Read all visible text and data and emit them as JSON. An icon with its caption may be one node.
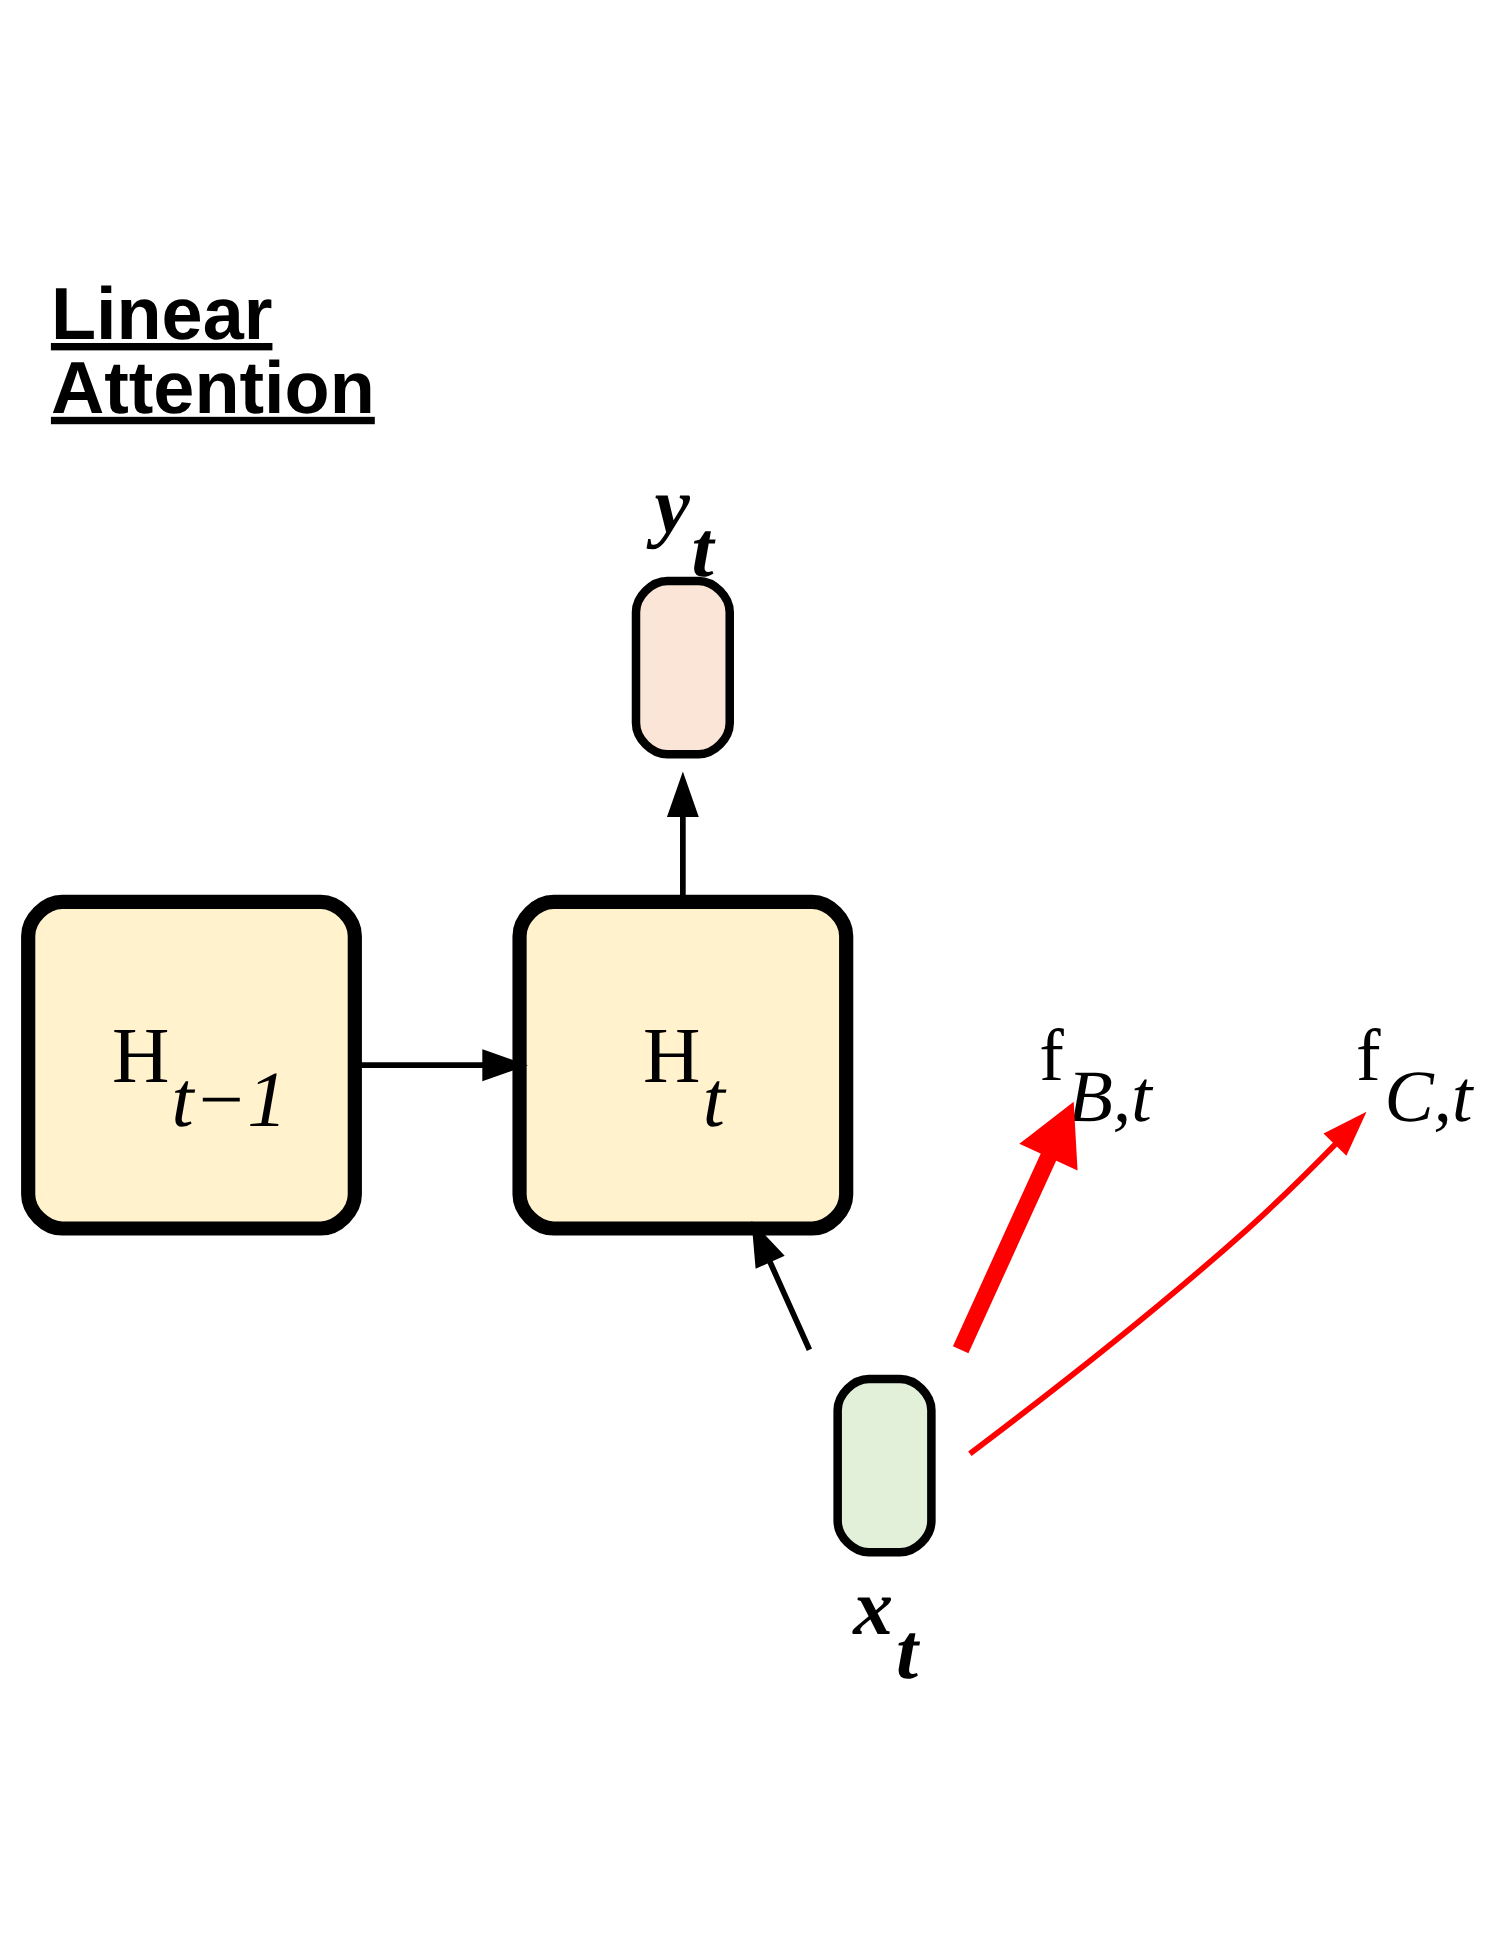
{
  "diagram": {
    "title": "Linear Attention",
    "nodes": [
      {
        "text": [
          "H$_{t−1}$"
        ]
      },
      {
        "text": [
          "H$_{t}$"
        ]
      },
      {
        "text": [
          "y$_{t}$"
        ]
      },
      {
        "text": [
          "x$_{t}$"
        ]
      },
      {
        "text": [
          "f$_{B,t}$"
        ]
      },
      {
        "text": [
          "f$_{C,t}$"
        ]
      }
    ],
    "edges": [
      {
        "from": 0,
        "to": 1,
        "arrow": "to"
      },
      {
        "from": 3,
        "to": 1,
        "arrow": "to"
      },
      {
        "from": 1,
        "to": 2,
        "arrow": "to"
      },
      {
        "from": 3,
        "to": 4,
        "arrow": "to",
        "style": "thick",
        "color": "#ff0000"
      },
      {
        "from": 3,
        "to": 5,
        "arrow": "to",
        "color": "#ff0000"
      }
    ]
  }
}
